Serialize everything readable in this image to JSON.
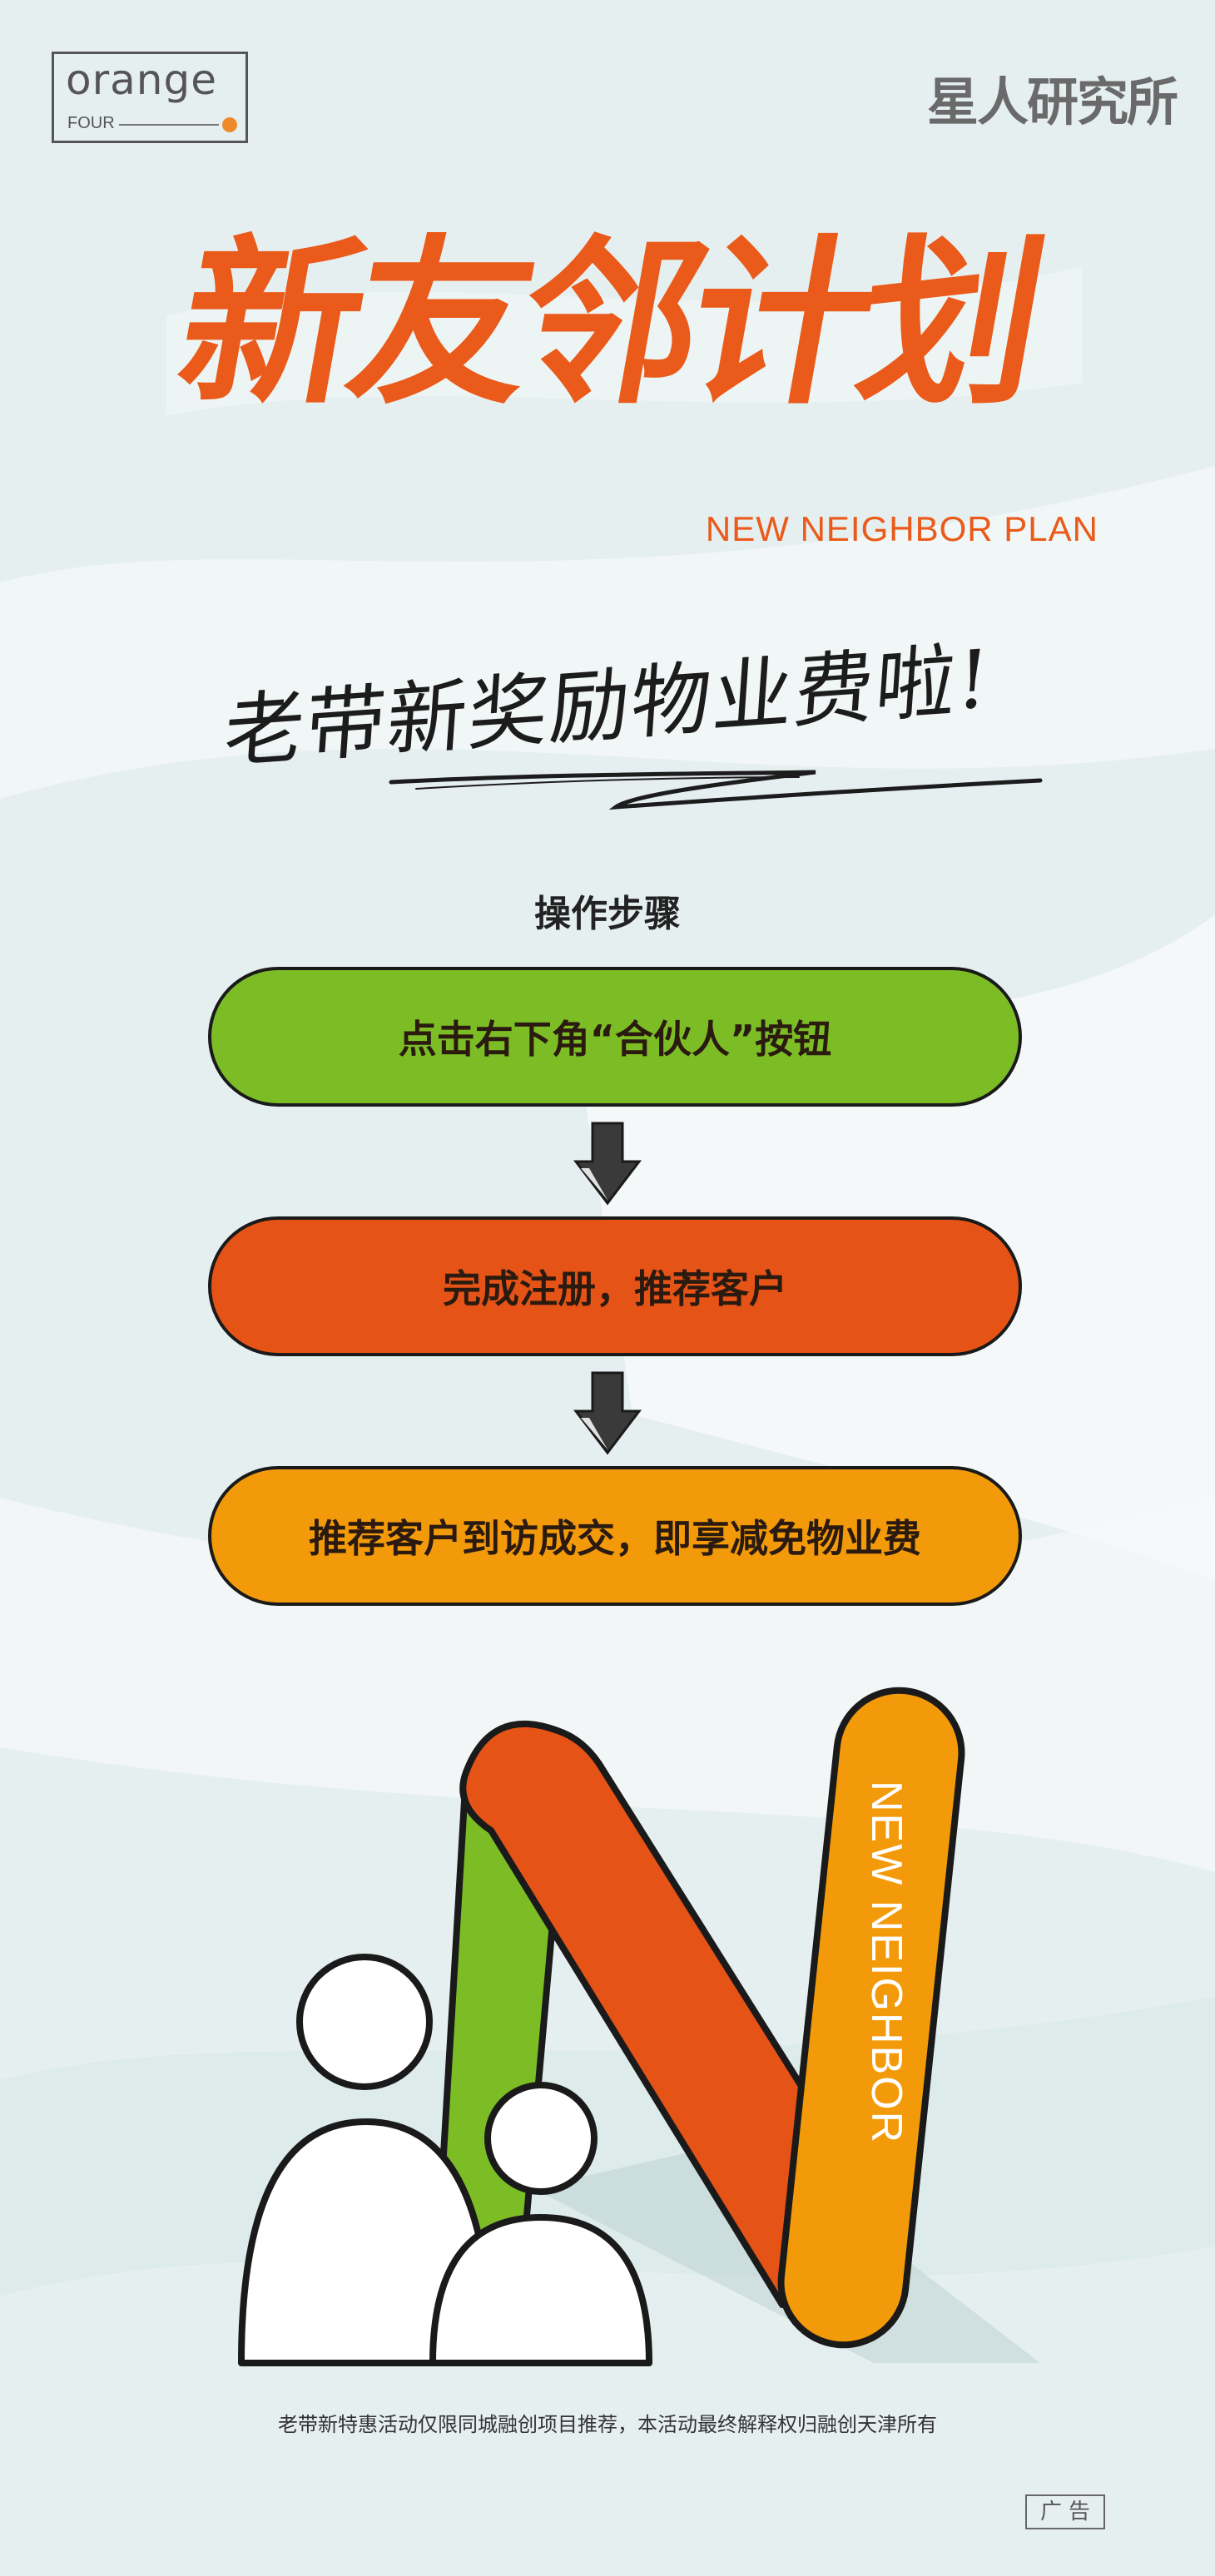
{
  "colors": {
    "orange_red": "#e65316",
    "green": "#7cbd26",
    "orange": "#f39a0a",
    "background": "#e6eff0",
    "outline": "#1a1a1a"
  },
  "header": {
    "logo_word": "orange",
    "logo_sub": "FOUR",
    "brand_right": "星人研究所"
  },
  "hero": {
    "title_cn": "新友邻计划",
    "title_en": "NEW NEIGHBOR PLAN",
    "slogan": "老带新奖励物业费啦!"
  },
  "steps": {
    "title": "操作步骤",
    "items": [
      {
        "label": "点击右下角“合伙人”按钮"
      },
      {
        "label": "完成注册，推荐客户"
      },
      {
        "label": "推荐客户到访成交，即享减免物业费"
      }
    ]
  },
  "illustration": {
    "icon": "new-neighbor-n-with-people-icon",
    "bar_text": "NEW NEIGHBOR"
  },
  "footer": {
    "disclaimer": "老带新特惠活动仅限同城融创项目推荐，本活动最终解释权归融创天津所有",
    "ad_tag": "广告"
  }
}
